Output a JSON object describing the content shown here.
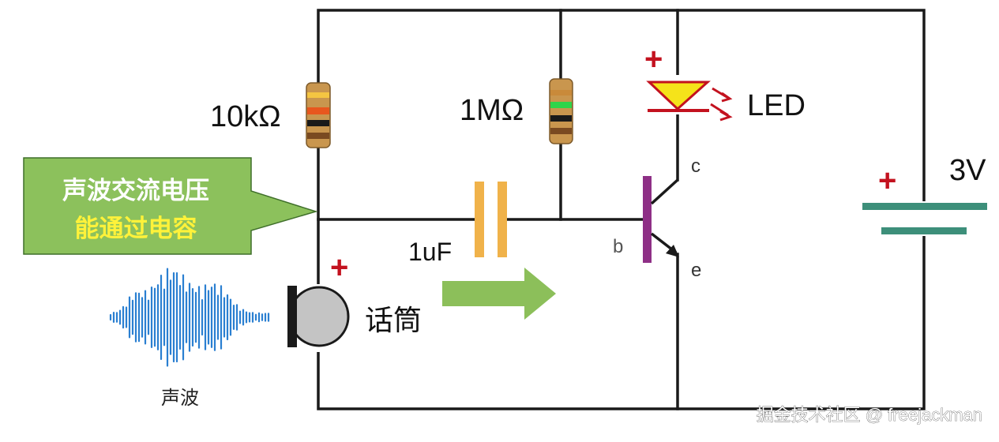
{
  "resistor_left": {
    "label": "10kΩ",
    "bands": [
      "#f4c542",
      "#e8571e",
      "#1a1a1a",
      "#7a4a21"
    ]
  },
  "resistor_right": {
    "label": "1MΩ",
    "bands": [
      "#c98a3a",
      "#2fd54a",
      "#1a1a1a",
      "#7a4a21"
    ]
  },
  "led": {
    "label": "LED",
    "polarity": "+"
  },
  "battery": {
    "label": "3V",
    "polarity": "+"
  },
  "capacitor": {
    "label": "1uF"
  },
  "transistor": {
    "collector": "c",
    "base": "b",
    "emitter": "e"
  },
  "microphone": {
    "label": "话筒",
    "polarity": "+"
  },
  "sound_wave": {
    "label": "声波"
  },
  "callout": {
    "line1": "声波交流电压",
    "line2": "能通过电容"
  },
  "watermark": "掘金技术社区 @ freejackman",
  "colors": {
    "wire": "#1a1a1a",
    "plus": "#c3121f",
    "battery_plate": "#3d8f7a",
    "capacitor_plate": "#f0b24a",
    "transistor_base": "#8e2f86",
    "arrow": "#8cbf5a",
    "callout_bg": "#8cc15c",
    "callout_line2": "#fff23a",
    "wave": "#2a7fd1",
    "led_fill": "#f5e31a",
    "led_stroke": "#c3121f"
  }
}
